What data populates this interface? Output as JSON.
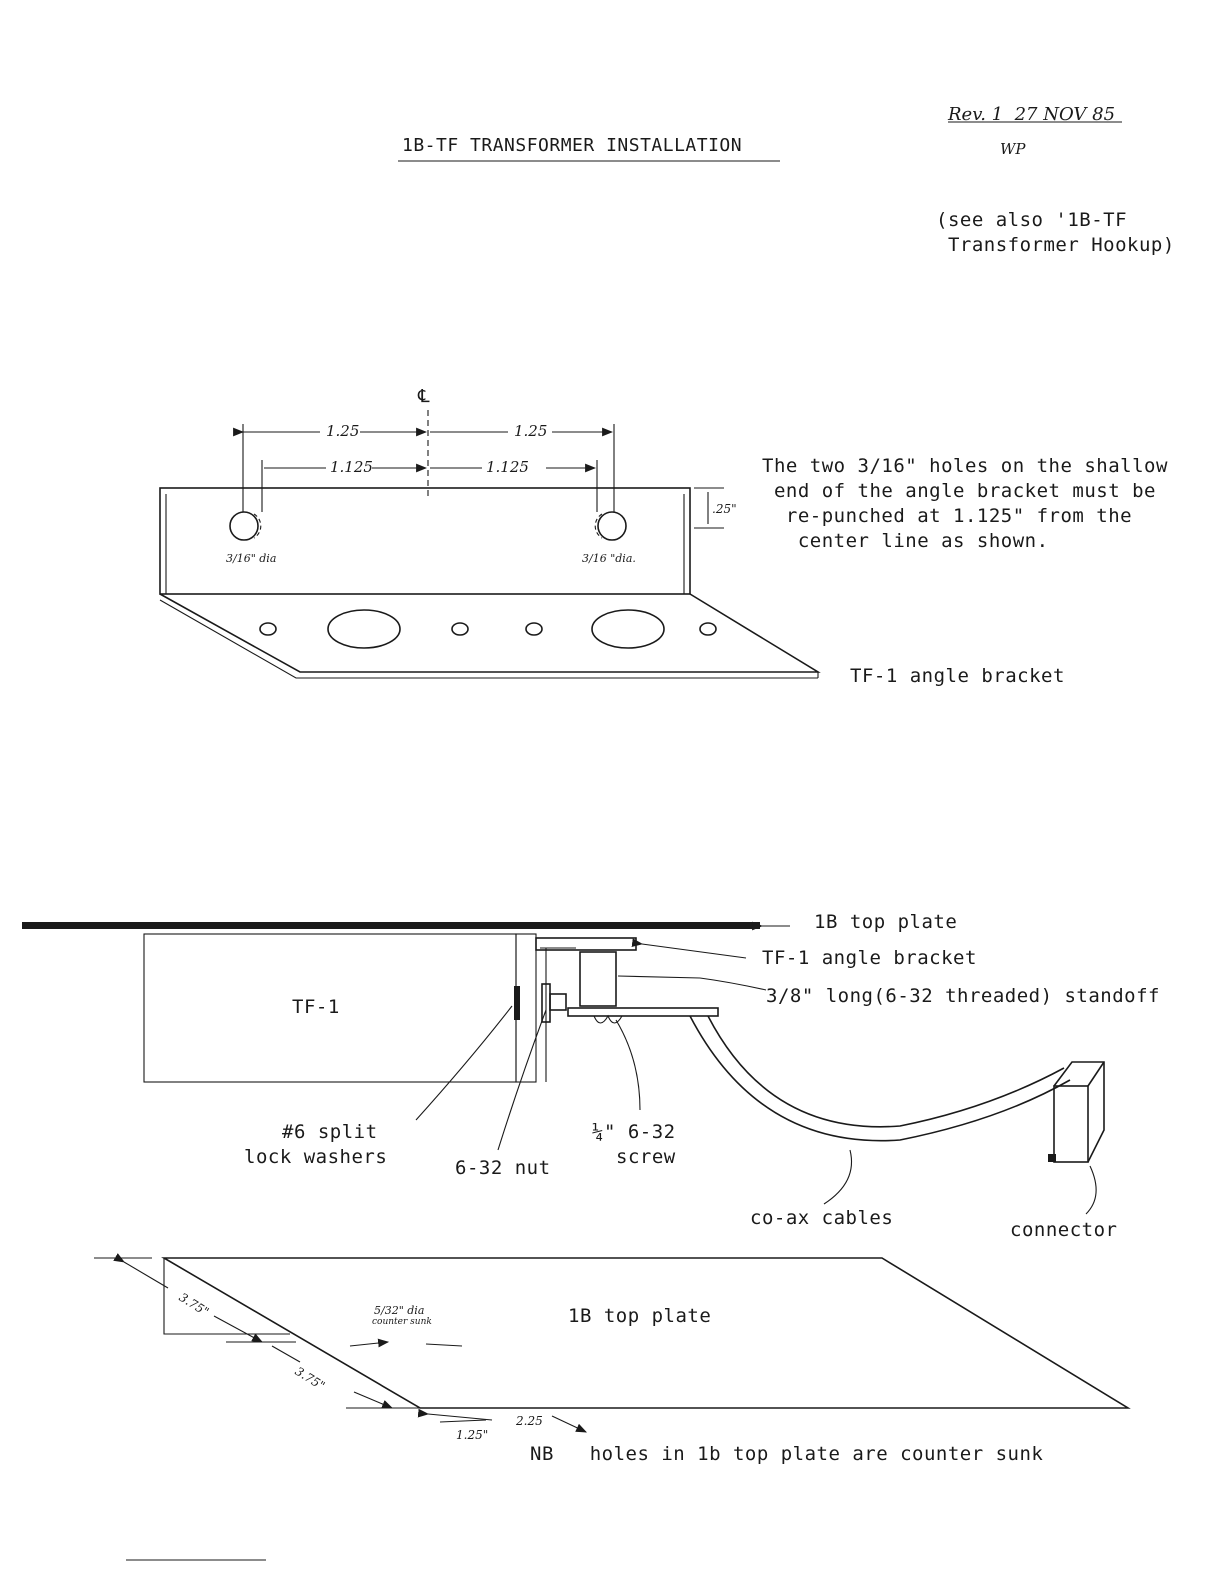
{
  "header": {
    "title": "1B-TF TRANSFORMER INSTALLATION",
    "revision": "Rev. 1  27 NOV 85",
    "initials": "WP",
    "see_also_1": "(see also '1B-TF",
    "see_also_2": " Transformer Hookup)"
  },
  "bracket_view": {
    "centerline_symbol": "℄",
    "dim_outer_left": "1.25",
    "dim_outer_right": "1.25",
    "dim_inner_left": "1.125",
    "dim_inner_right": "1.125",
    "dim_depth": ".25\"",
    "hole_left_label": "3/16\" dia",
    "hole_right_label": "3/16 \"dia.",
    "note_1": "The two 3/16\" holes on the shallow",
    "note_2": " end of the angle bracket must be",
    "note_3": "  re-punched at 1.125\" from the",
    "note_4": "   center line as shown.",
    "caption": "TF-1 angle bracket"
  },
  "assembly_view": {
    "top_plate": "1B top plate",
    "angle_bracket": "TF-1 angle bracket",
    "standoff": "3/8\" long(6-32 threaded) standoff",
    "tf1": "TF-1",
    "washers_1": "#6 split",
    "washers_2": "lock washers",
    "nut": "6-32 nut",
    "screw_1": "¼\" 6-32",
    "screw_2": "screw",
    "coax": "co-ax cables",
    "connector": "connector"
  },
  "plate_view": {
    "label": "1B top plate",
    "hole_note_1": "5/32\" dia",
    "hole_note_2": "counter sunk",
    "dim_diag_1": "3.75\"",
    "dim_diag_2": "3.75\"",
    "dim_bottom_1": "2.25",
    "dim_bottom_2": "1.25\"",
    "note": "NB   holes in 1b top plate are counter sunk"
  }
}
